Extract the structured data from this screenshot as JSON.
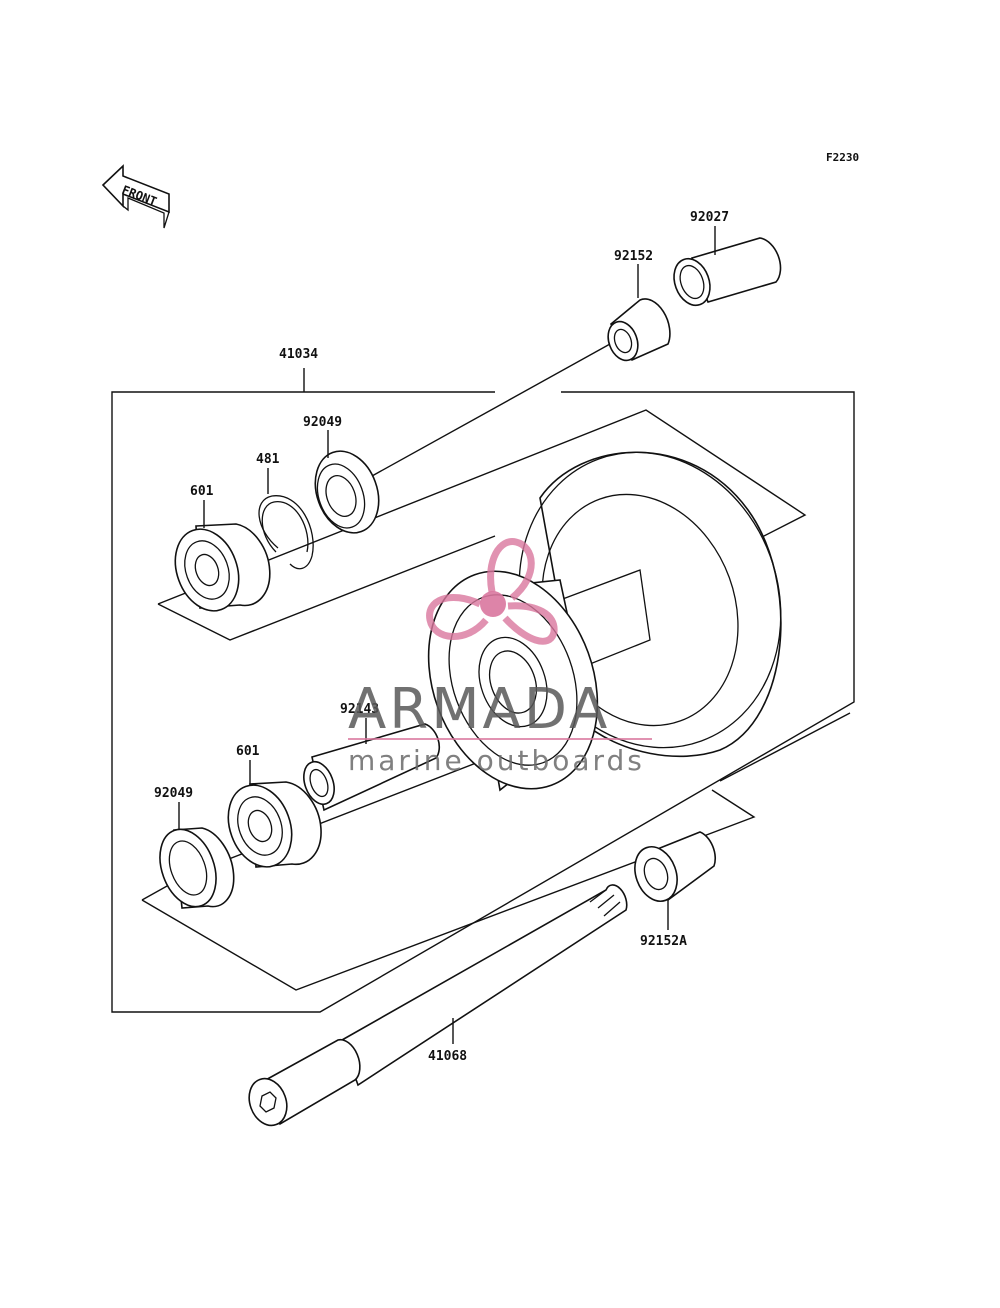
{
  "diagram_code": "F2230",
  "front_label": "FRONT",
  "parts": {
    "p92027": "92027",
    "p92152": "92152",
    "p41034": "41034",
    "p92049_top": "92049",
    "p481": "481",
    "p601_top": "601",
    "p92143": "92143",
    "p601_bottom": "601",
    "p92049_bottom": "92049",
    "p92152A": "92152A",
    "p41068": "41068"
  },
  "watermark": {
    "title": "ARMADA",
    "subtitle": "marine outboards",
    "logo_color": "#d9779e"
  }
}
